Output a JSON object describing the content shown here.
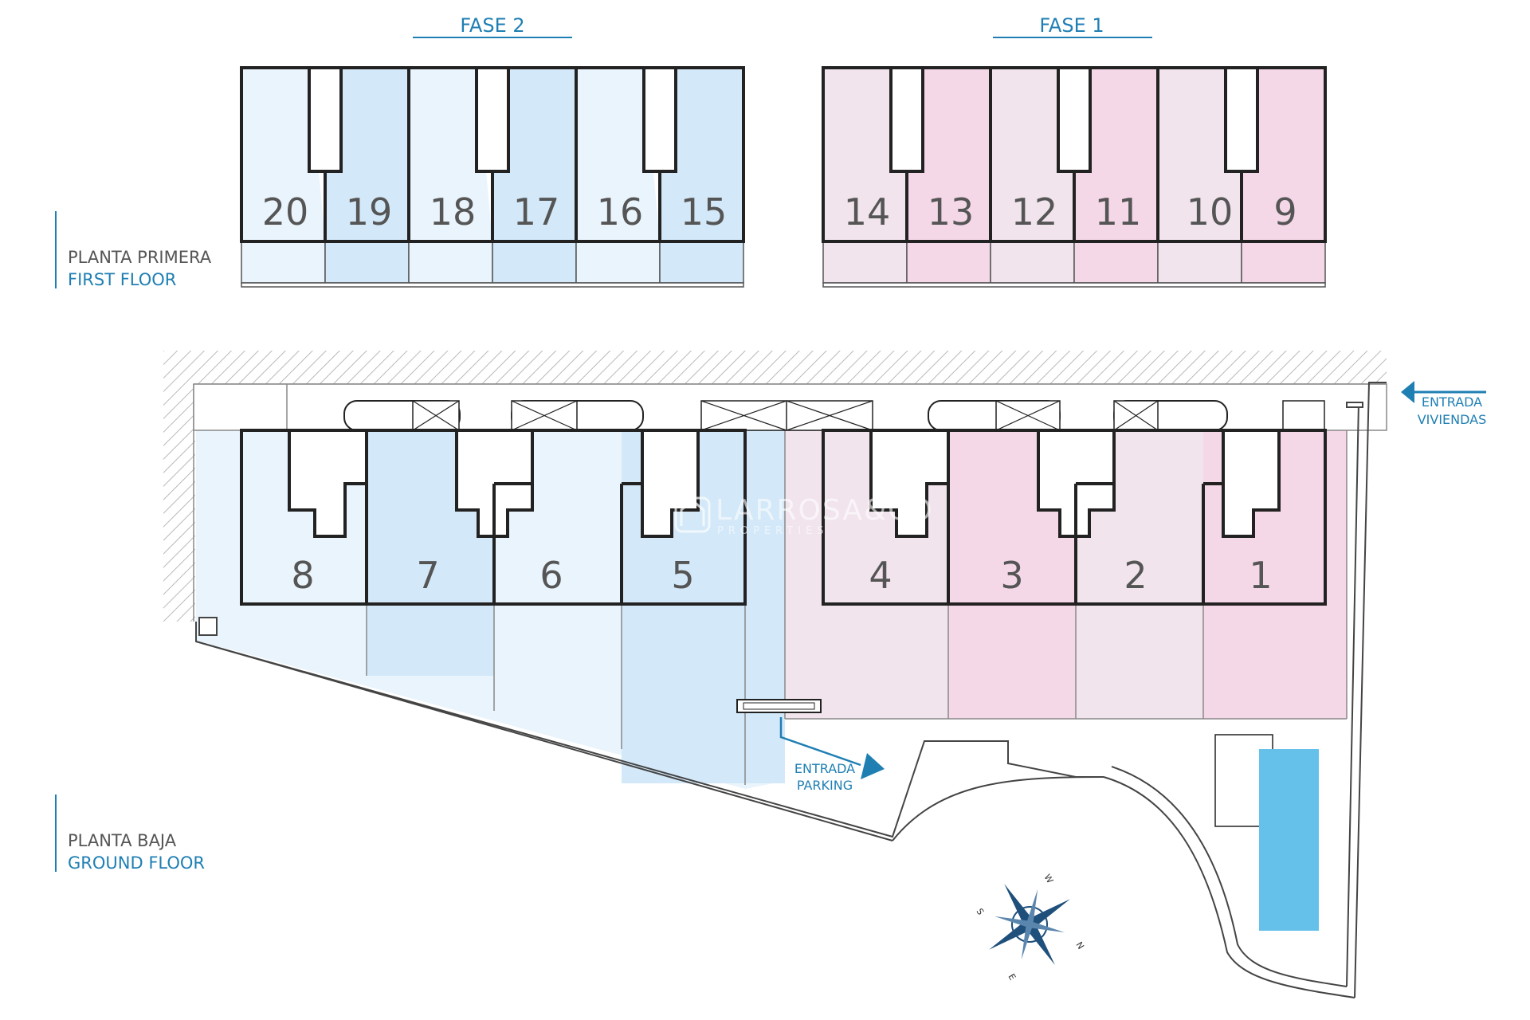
{
  "phase2": {
    "title": "FASE 2",
    "units": [
      "20",
      "19",
      "18",
      "17",
      "16",
      "15"
    ]
  },
  "phase1": {
    "title": "FASE 1",
    "units": [
      "14",
      "13",
      "12",
      "11",
      "10",
      "9"
    ]
  },
  "first_floor": {
    "label_es": "PLANTA PRIMERA",
    "label_en": "FIRST FLOOR"
  },
  "ground_floor": {
    "label_es": "PLANTA BAJA",
    "label_en": "GROUND FLOOR",
    "units_phase2": [
      "8",
      "7",
      "6",
      "5"
    ],
    "units_phase1": [
      "4",
      "3",
      "2",
      "1"
    ]
  },
  "entrances": {
    "housing": [
      "ENTRADA",
      "VIVIENDAS"
    ],
    "parking": [
      "ENTRADA",
      "PARKING"
    ]
  },
  "compass": {
    "n": "N",
    "s": "S",
    "e": "E",
    "w": "W"
  },
  "watermark": {
    "brand": "LARROSA&CO",
    "sub": "PROPERTIES"
  },
  "colors": {
    "blue_light": "#eaf4fc",
    "blue_mid": "#d3e8f8",
    "pink_light": "#f1e4ec",
    "pink_mid": "#f5d8e8",
    "pool": "#66c1ea",
    "accent": "#1f7fb3",
    "wall": "#222222"
  }
}
